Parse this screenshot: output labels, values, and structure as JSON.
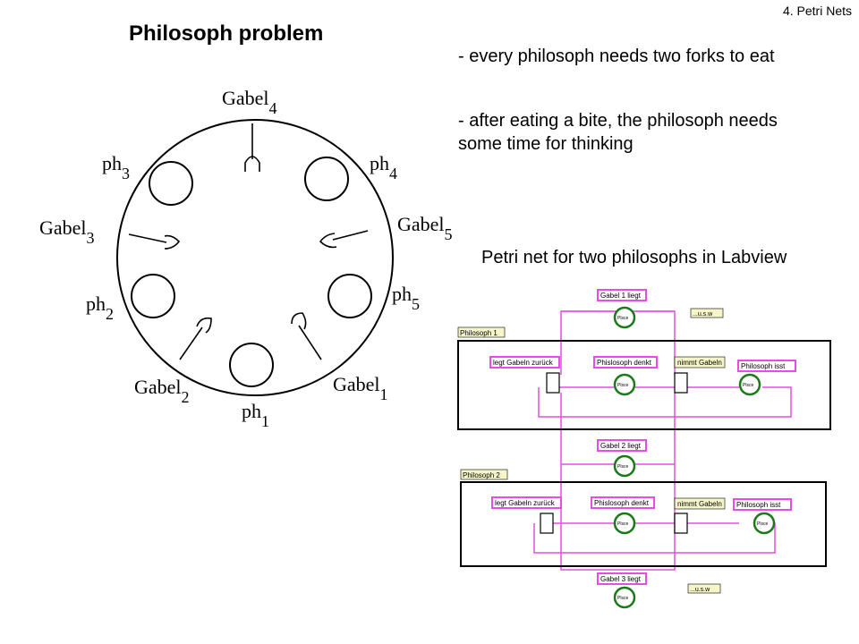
{
  "header": {
    "section": "4. Petri Nets"
  },
  "title": "Philosoph problem",
  "bullets": [
    "- every philosoph needs two forks to eat",
    "- after eating a bite, the philosoph needs some time for thinking"
  ],
  "petri_caption": "Petri net for two philosophs in Labview",
  "table_diagram": {
    "forks": [
      {
        "name": "Gabel",
        "index": "1"
      },
      {
        "name": "Gabel",
        "index": "2"
      },
      {
        "name": "Gabel",
        "index": "3"
      },
      {
        "name": "Gabel",
        "index": "4"
      },
      {
        "name": "Gabel",
        "index": "5"
      }
    ],
    "philosophers": [
      {
        "name": "ph",
        "index": "1"
      },
      {
        "name": "ph",
        "index": "2"
      },
      {
        "name": "ph",
        "index": "3"
      },
      {
        "name": "ph",
        "index": "4"
      },
      {
        "name": "ph",
        "index": "5"
      }
    ]
  },
  "labview": {
    "places": {
      "gabel1": "Gabel 1 liegt",
      "gabel2": "Gabel 2 liegt",
      "gabel3": "Gabel 3 liegt"
    },
    "etc": "...u.s.w",
    "philosophers": [
      {
        "frame_label": "Philosoph 1",
        "lay_down": "legt Gabeln zurück",
        "thinks": "Phislosoph denkt",
        "take": "nimmt Gabeln",
        "eats": "Philosoph isst"
      },
      {
        "frame_label": "Philosoph 2",
        "lay_down": "legt Gabeln zurück",
        "thinks": "Phislosoph denkt",
        "take": "nimmt Gabeln",
        "eats": "Philosoph isst"
      }
    ],
    "token_label": "Plsce"
  }
}
